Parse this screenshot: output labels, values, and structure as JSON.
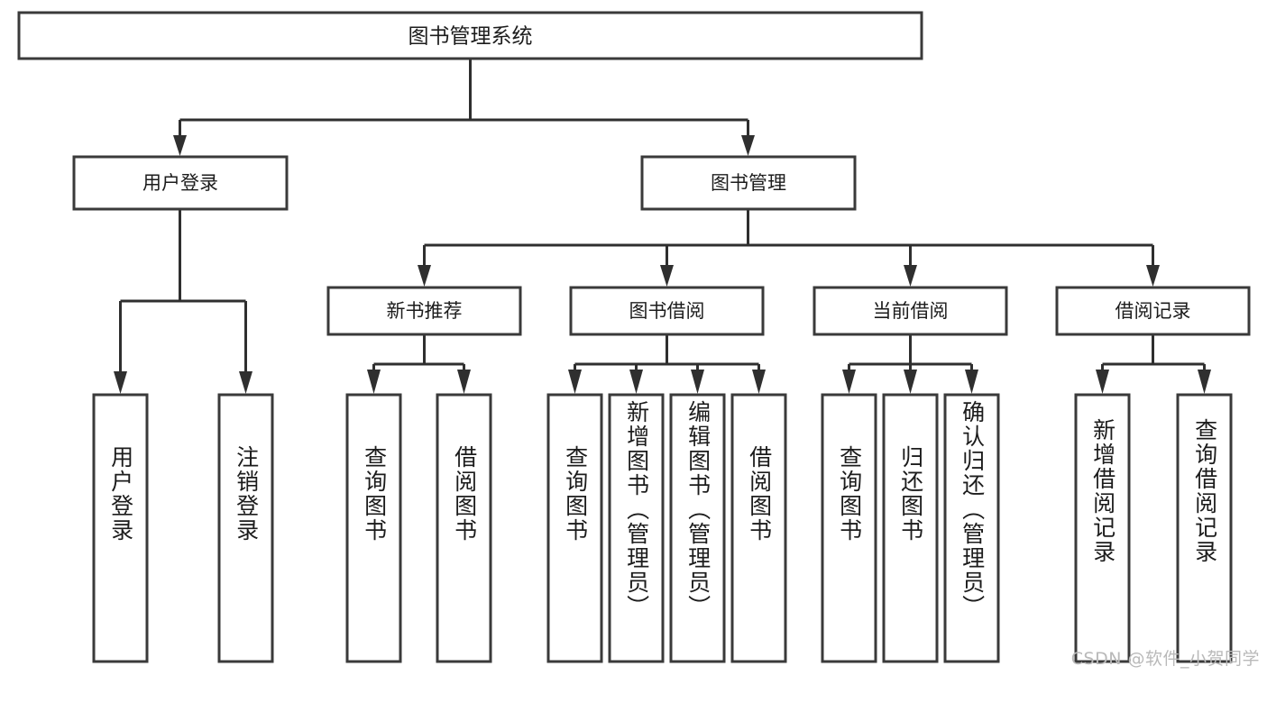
{
  "diagram": {
    "type": "tree",
    "title": "图书管理系统",
    "watermark": "CSDN @软件_小贺同学",
    "root": {
      "id": "root",
      "label": "图书管理系统",
      "orientation": "horizontal"
    },
    "level2": [
      {
        "id": "user-login",
        "label": "用户登录",
        "orientation": "horizontal"
      },
      {
        "id": "book-manage",
        "label": "图书管理",
        "orientation": "horizontal"
      }
    ],
    "level3": [
      {
        "id": "new-book-recommend",
        "label": "新书推荐",
        "parent": "book-manage",
        "orientation": "horizontal"
      },
      {
        "id": "book-borrow",
        "label": "图书借阅",
        "parent": "book-manage",
        "orientation": "horizontal"
      },
      {
        "id": "current-borrow",
        "label": "当前借阅",
        "parent": "book-manage",
        "orientation": "horizontal"
      },
      {
        "id": "borrow-record",
        "label": "借阅记录",
        "parent": "book-manage",
        "orientation": "horizontal"
      }
    ],
    "leaves": [
      {
        "id": "leaf-user-login",
        "label": "用户登录",
        "parent": "user-login",
        "orientation": "vertical"
      },
      {
        "id": "leaf-logout-login",
        "label": "注销登录",
        "parent": "user-login",
        "orientation": "vertical"
      },
      {
        "id": "leaf-query-book-1",
        "label": "查询图书",
        "parent": "new-book-recommend",
        "orientation": "vertical"
      },
      {
        "id": "leaf-borrow-book-1",
        "label": "借阅图书",
        "parent": "new-book-recommend",
        "orientation": "vertical"
      },
      {
        "id": "leaf-query-book-2",
        "label": "查询图书",
        "parent": "book-borrow",
        "orientation": "vertical"
      },
      {
        "id": "leaf-add-book",
        "label": "新增图书（管理员）",
        "parent": "book-borrow",
        "orientation": "vertical"
      },
      {
        "id": "leaf-edit-book",
        "label": "编辑图书（管理员）",
        "parent": "book-borrow",
        "orientation": "vertical"
      },
      {
        "id": "leaf-borrow-book-2",
        "label": "借阅图书",
        "parent": "book-borrow",
        "orientation": "vertical"
      },
      {
        "id": "leaf-query-book-3",
        "label": "查询图书",
        "parent": "current-borrow",
        "orientation": "vertical"
      },
      {
        "id": "leaf-return-book",
        "label": "归还图书",
        "parent": "current-borrow",
        "orientation": "vertical"
      },
      {
        "id": "leaf-confirm-return",
        "label": "确认归还（管理员）",
        "parent": "current-borrow",
        "orientation": "vertical"
      },
      {
        "id": "leaf-add-record",
        "label": "新增借阅记录",
        "parent": "borrow-record",
        "orientation": "vertical"
      },
      {
        "id": "leaf-query-record",
        "label": "查询借阅记录",
        "parent": "borrow-record",
        "orientation": "vertical"
      }
    ],
    "colors": {
      "box_fill": "#ffffff",
      "box_stroke": "#3a3a3a",
      "connector": "#2f2f2f",
      "text": "#1c1c1c",
      "watermark": "#b9b9b9",
      "background": "#ffffff"
    }
  }
}
